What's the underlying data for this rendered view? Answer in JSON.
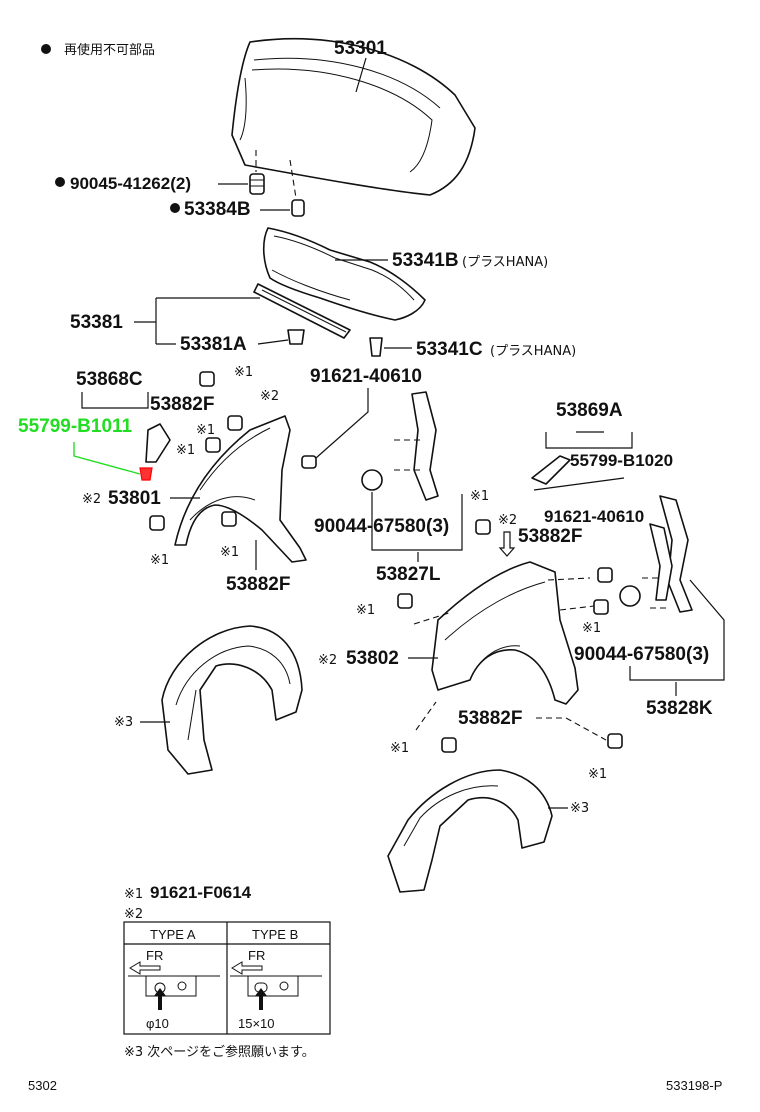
{
  "legend": {
    "non_reusable_label": "再使用不可部品",
    "bullet_icon": "filled-circle-icon",
    "note1_mark": "※1",
    "note1_value": "91621-F0614",
    "note2_mark": "※2",
    "note3_text": "※3 次ページをご参照願います。"
  },
  "parts": {
    "hood": "53301",
    "hood_bumper": "90045-41262(2)",
    "hood_cushion": "53384B",
    "seal_b": "53341B",
    "seal_b_note": "(プラスHANA)",
    "seal_group": "53381",
    "seal_a": "53381A",
    "seal_c": "53341C",
    "seal_c_note": "(プラスHANA)",
    "liner_left_top": "53868C",
    "protector_left": "55799-B1011",
    "clip_left_1": "53882F",
    "bolt_center": "91621-40610",
    "fender_left": "53801",
    "clip_left_2": "53882F",
    "clip_center": "90044-67580(3)",
    "liner_left": "53827L",
    "liner_right_top": "53869A",
    "protector_right": "55799-B1020",
    "bolt_right": "91621-40610",
    "clip_right_1": "53882F",
    "fender_right": "53802",
    "clip_right_center": "90044-67580(3)",
    "clip_right_2": "53882F",
    "liner_right": "53828K"
  },
  "marks": {
    "m1": "※1",
    "m2": "※2",
    "m3": "※3",
    "m2_53801": "※2",
    "m2_53802": "※2"
  },
  "type_table": {
    "col_a": "TYPE A",
    "col_b": "TYPE B",
    "fr_label": "FR",
    "size_a": "φ10",
    "size_b": "15×10"
  },
  "footer": {
    "page_left": "5302",
    "page_right": "533198-P"
  },
  "colors": {
    "highlight_text": "#22dd22",
    "highlight_part": "#ff0000",
    "line": "#111111"
  }
}
